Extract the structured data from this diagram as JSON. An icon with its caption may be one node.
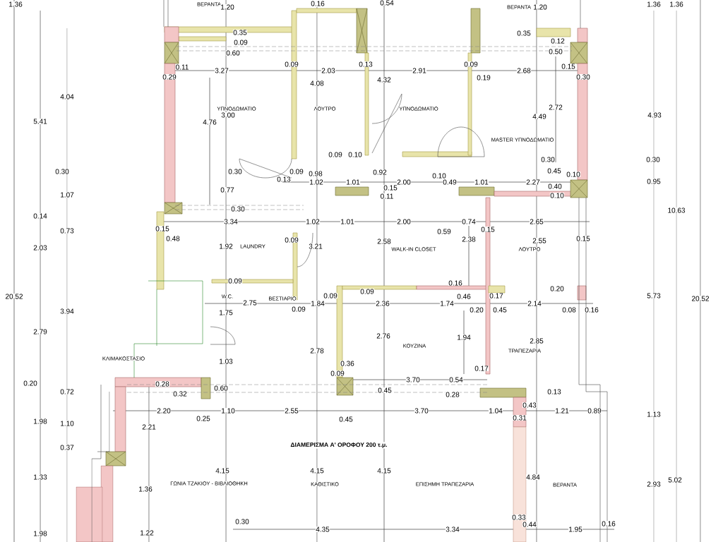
{
  "diagram": {
    "title": "ΔΙΑΜΕΡΙΣΜΑ Α' ΟΡΟΦΟΥ 200 τ.μ.",
    "labels": [
      "1.36",
      "ΒΕΡΑΝΤΑ",
      "1.20",
      "0.16",
      "0.54",
      "ΒΕΡΑΝΤΑ",
      "1.20",
      "1.36",
      "1.36",
      "0.35",
      "0.35",
      "0.09",
      "0.12",
      "0.60",
      "0.50",
      "0.11",
      "0.09",
      "0.13",
      "0.09",
      "0.15",
      "3.27",
      "2.03",
      "2.91",
      "2.68",
      "0.29",
      "0.19",
      "0.30",
      "4.32",
      "4.08",
      "4.04",
      "ΥΠΝΟΔΩΜΑΤΙΟ",
      "ΛΟΥΤΡΟ",
      "ΥΠΝΟΔΩΜΑΤΙΟ",
      "2.72",
      "3.00",
      "4.49",
      "4.93",
      "5.41",
      "4.76",
      "MASTER ΥΠΝΟΔΩΜΑΤΙΟ",
      "0.09",
      "0.10",
      "0.30",
      "0.30",
      "0.30",
      "0.30",
      "0.09",
      "0.98",
      "0.92",
      "0.10",
      "0.45",
      "0.10",
      "0.13",
      "1.02",
      "1.01",
      "2.00",
      "0.49",
      "1.01",
      "2.27",
      "0.95",
      "0.77",
      "0.15",
      "0.40",
      "1.07",
      "0.11",
      "0.10",
      "0.30",
      "10.63",
      "0.14",
      "3.34",
      "1.02",
      "1.01",
      "2.00",
      "0.74",
      "2.65",
      "0.73",
      "0.15",
      "0.59",
      "0.15",
      "0.48",
      "0.09",
      "2.58",
      "2.38",
      "2.55",
      "0.15",
      "2.03",
      "1.92",
      "LAUNDRY",
      "3.21",
      "WALK-IN CLOSET",
      "ΛΟΥΤΡΟ",
      "0.09",
      "0.16",
      "0.20",
      "20.52",
      "W.C.",
      "ΒΕΣΤΙΑΡΙΟ",
      "0.09",
      "0.09",
      "0.46",
      "0.17",
      "5.73",
      "20.52",
      "2.75",
      "1.84",
      "2.36",
      "1.74",
      "2.14",
      "3.94",
      "1.75",
      "0.09",
      "0.20",
      "0.45",
      "0.08",
      "0.16",
      "2.79",
      "2.76",
      "1.94",
      "2.85",
      "2.78",
      "ΚΟΥΖΙΝΑ",
      "ΤΡΑΠΕΖΑΡΙΑ",
      "ΚΛΙΜΑΚΟΣΤΑΣΙΟ",
      "1.03",
      "0.36",
      "0.17",
      "0.09",
      "3.70",
      "0.54",
      "0.20",
      "0.72",
      "0.28",
      "0.32",
      "0.60",
      "0.45",
      "0.28",
      "0.13",
      "0.43",
      "2.20",
      "1.10",
      "2.55",
      "3.70",
      "1.04",
      "1.21",
      "0.89",
      "1.13",
      "0.25",
      "0.45",
      "0.31",
      "1.98",
      "1.10",
      "2.21",
      "0.37",
      "4.15",
      "4.15",
      "4.15",
      "1.33",
      "4.84",
      "5.02",
      "1.36",
      "ΓΩΝΙΑ ΤΖΑΚΙΟΥ - ΒΙΒΛΙΟΘΗΚΗ",
      "ΚΑΘΙΣΤΙΚΟ",
      "ΕΠΙΣΗΜΗ ΤΡΑΠΕΖΑΡΙΑ",
      "ΒΕΡΑΝΤΑ",
      "2.93",
      "0.30",
      "0.33",
      "0.44",
      "0.16",
      "1.98",
      "1.22",
      "4.35",
      "3.34",
      "1.95"
    ]
  }
}
